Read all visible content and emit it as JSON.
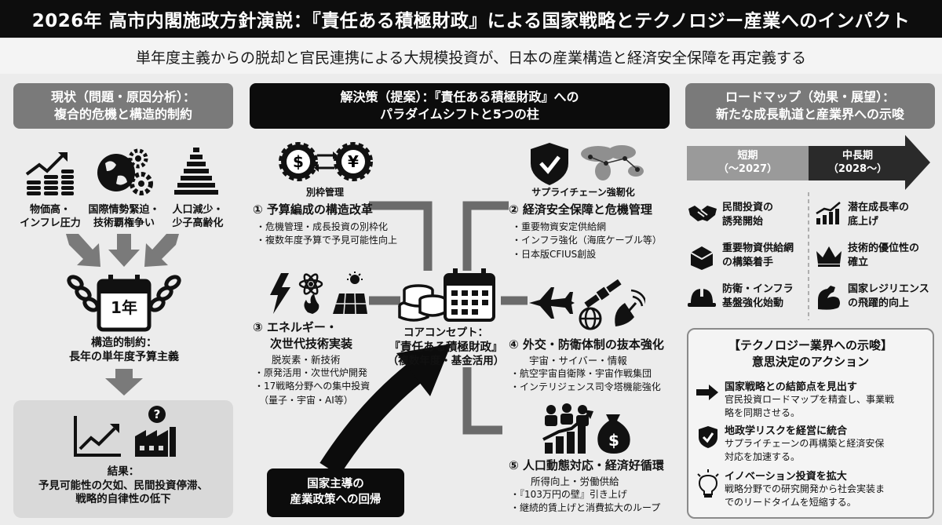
{
  "title": "2026年 高市内閣施政方針演説：『責任ある積極財政』による国家戦略とテクノロジー産業へのインパクト",
  "subtitle": "単年度主義からの脱却と官民連携による大規模投資が、日本の産業構造と経済安全保障を再定義する",
  "left": {
    "header_line1": "現状（問題・原因分析）：",
    "header_line2": "複合的危機と構造的制約",
    "causes": [
      {
        "line1": "物価高・",
        "line2": "インフレ圧力",
        "icon": "rising-coins-icon"
      },
      {
        "line1": "国際情勢緊迫・",
        "line2": "技術覇権争い",
        "icon": "globe-gears-icon"
      },
      {
        "line1": "人口減少・",
        "line2": "少子高齢化",
        "icon": "population-pyramid-icon"
      }
    ],
    "calendar_label": "1年",
    "constraint_line1": "構造的制約：",
    "constraint_line2": "長年の単年度予算主義",
    "result_line1": "結果：",
    "result_line2": "予見可能性の欠如、民間投資停滞、",
    "result_line3": "戦略的自律性の低下"
  },
  "center": {
    "header_line1": "解決策（提案）：『責任ある積極財政』への",
    "header_line2": "パラダイムシフトと5つの柱",
    "core_line1": "コアコンセプト：",
    "core_line2": "『責任ある積極財政』",
    "core_line3": "（複数年度・基金活用）",
    "regime_line1": "国家主導の",
    "regime_line2": "産業政策への回帰",
    "pillars": [
      {
        "icon_label": "別枠管理",
        "title": "① 予算編成の構造改革",
        "subtitle": "",
        "bullets": [
          "・危機管理・成長投資の別枠化",
          "・複数年度予算で予見可能性向上"
        ]
      },
      {
        "icon_label": "サプライチェーン強靭化",
        "title": "② 経済安全保障と危機管理",
        "subtitle": "",
        "bullets": [
          "・重要物資安定供給網",
          "・インフラ強化（海底ケーブル等）",
          "・日本版CFIUS創設"
        ]
      },
      {
        "icon_label": "",
        "title_line1": "③ エネルギー・",
        "title": "次世代技術実装",
        "subtitle": "脱炭素・新技術",
        "bullets": [
          "・原発活用・次世代炉開発",
          "・17戦略分野への集中投資",
          "（量子・宇宙・AI等）"
        ]
      },
      {
        "icon_label": "",
        "title": "④ 外交・防衛体制の抜本強化",
        "subtitle": "宇宙・サイバー・情報",
        "bullets": [
          "・航空宇宙自衛隊・宇宙作戦集団",
          "・インテリジェンス司令塔機能強化"
        ]
      },
      {
        "icon_label": "",
        "title": "⑤ 人口動態対応・経済好循環",
        "subtitle": "所得向上・労働供給",
        "bullets": [
          "・『103万円の壁』引き上げ",
          "・継続的賃上げと消費拡大のループ"
        ]
      }
    ]
  },
  "right": {
    "header_line1": "ロードマップ（効果・展望）：",
    "header_line2": "新たな成長軌道と産業界への示唆",
    "short_term": "短期",
    "short_term_period": "（～2027）",
    "long_term": "中長期",
    "long_term_period": "（2028～）",
    "short_items": [
      {
        "line1": "民間投資の",
        "line2": "誘発開始",
        "icon": "handshake-icon"
      },
      {
        "line1": "重要物資供給網",
        "line2": "の構築着手",
        "icon": "box-network-icon"
      },
      {
        "line1": "防衛・インフラ",
        "line2": "基盤強化始動",
        "icon": "hardhat-icon"
      }
    ],
    "long_items": [
      {
        "line1": "潜在成長率の",
        "line2": "底上げ",
        "icon": "growth-chart-icon"
      },
      {
        "line1": "技術的優位性の",
        "line2": "確立",
        "icon": "crown-icon"
      },
      {
        "line1": "国家レジリエンス",
        "line2": "の飛躍的向上",
        "icon": "strong-arm-icon"
      }
    ],
    "implications_title_line1": "【テクノロジー業界への示唆】",
    "implications_title_line2": "意思決定のアクション",
    "implications": [
      {
        "head": "国家戦略との結節点を見出す",
        "body1": "官民投資ロードマップを精査し、事業戦",
        "body2": "略を同期させる。",
        "icon": "arrow-right-icon"
      },
      {
        "head": "地政学リスクを経営に統合",
        "body1": "サプライチェーンの再構築と経済安保",
        "body2": "対応を加速する。",
        "icon": "shield-check-icon"
      },
      {
        "head": "イノベーション投資を拡大",
        "body1": "戦略分野での研究開発から社会実装ま",
        "body2": "でのリードタイムを短縮する。",
        "icon": "lightbulb-icon"
      }
    ]
  }
}
